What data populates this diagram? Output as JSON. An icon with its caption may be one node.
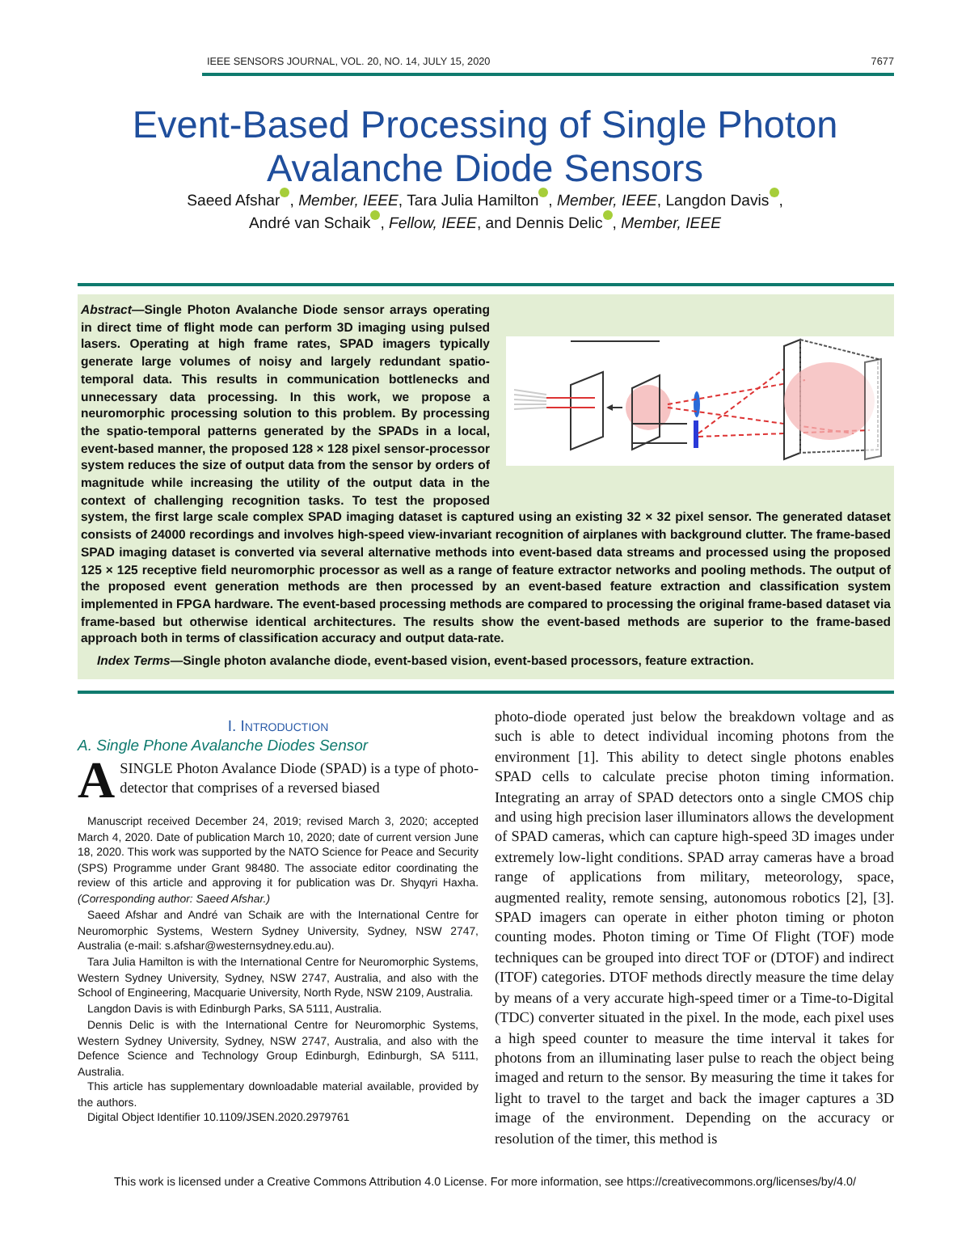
{
  "diagram": {
    "title": "Event-Based Processing of Single Photon Avalanche Diode Sensors",
    "labels": [
      "IEEE SENSORS JOURNAL, VOL. 20, NO. 14, JULY 15, 2020",
      "7677",
      "Saeed Afshar",
      ", *Member, IEEE*, Tara Julia Hamilton",
      ", *Member, IEEE*, Langdon Davis",
      ",",
      "André van Schaik",
      ", *Fellow, IEEE*, and Dennis Delic",
      ", *Member, IEEE*",
      "*Abstract*—Single Photon Avalanche Diode sensor arrays operating in direct time of flight mode can perform 3D imaging using pulsed lasers. Operating at high frame rates, SPAD imagers typically generate large volumes of noisy and largely redundant spatio-temporal data. This results in communication bottlenecks and unnecessary data processing. In this work, we propose a neuromorphic processing solution to this problem. By processing the spatio-temporal patterns generated by the SPADs in a local, event-based manner, the proposed 128 × 128 pixel sensor-processor system reduces the size of output data from the sensor by orders of magnitude while increasing the utility of the output data in the context of challenging recognition tasks. To test the proposed system, the first large scale complex SPAD imaging dataset is captured using an existing 32 × 32 pixel sensor. The generated dataset consists of 24000 recordings and involves high-speed view-invariant recognition of airplanes with background clutter. The frame-based SPAD imaging dataset is converted via several alternative methods into event-based data streams and processed using the proposed 125 × 125 receptive field neuromorphic processor as well as a range of feature extractor networks and pooling methods. The output of the proposed event generation methods are then processed by an event-based feature extraction and classification system implemented in FPGA hardware. The event-based processing methods are compared to processing the original frame-based dataset via frame-based but otherwise identical architectures. The results show the event-based methods are superior to the frame-based approach both in terms of classification accuracy and output data-rate.",
      "*Index Terms*—Single photon avalanche diode, event-based vision, event-based processors, feature extraction.",
      "I. Introduction",
      "A. Single Phone Avalanche Diodes Sensor",
      "A SINGLE Photon Avalance Diode (SPAD) is a type of photo-detector that comprises of a reversed biased",
      "Manuscript received December 24, 2019; revised March 3, 2020; accepted March 4, 2020. Date of publication March 10, 2020; date of current version June 18, 2020. This work was supported by the NATO Science for Peace and Security (SPS) Programme under Grant 98480. The associate editor coordinating the review of this article and approving it for publication was Dr. Shyqyri Haxha. *(Corresponding author: Saeed Afshar.)*",
      "Saeed Afshar and André van Schaik are with the International Centre for Neuromorphic Systems, Western Sydney University, Sydney, NSW 2747, Australia (e-mail: s.afshar@westernsydney.edu.au).",
      "Tara Julia Hamilton is with the International Centre for Neuromorphic Systems, Western Sydney University, Sydney, NSW 2747, Australia, and also with the School of Engineering, Macquarie University, North Ryde, NSW 2109, Australia.",
      "Langdon Davis is with Edinburgh Parks, SA 5111, Australia.",
      "Dennis Delic is with the International Centre for Neuromorphic Systems, Western Sydney University, Sydney, NSW 2747, Australia, and also with the Defence Science and Technology Group Edinburgh, Edinburgh, SA 5111, Australia.",
      "This article has supplementary downloadable material available, provided by the authors.",
      "Digital Object Identifier 10.1109/JSEN.2020.2979761",
      "photo-diode operated just below the breakdown voltage and as such is able to detect individual incoming photons from the environment [1]. This ability to detect single photons enables SPAD cells to calculate precise photon timing information. Integrating an array of SPAD detectors onto a single CMOS chip and using high precision laser illuminators allows the development of SPAD cameras, which can capture high-speed 3D images under extremely low-light conditions. SPAD array cameras have a broad range of applications from military, meteorology, space, augmented reality, remote sensing, autonomous robotics [2], [3]. SPAD imagers can operate in either photon timing or photon counting modes. Photon timing or Time Of Flight (TOF) mode techniques can be grouped into direct TOF or (DTOF) and indirect (ITOF) categories. DTOF methods directly measure the time delay by means of a very accurate high-speed timer or a Time-to-Digital (TDC) converter situated in the pixel. In the mode, each pixel uses a high speed counter to measure the time interval it takes for photons from an illuminating laser pulse to reach the object being imaged and return to the sensor. By measuring the time it takes for light to travel to the target and back the imager captures a 3D image of the environment. Depending on the accuracy or resolution of the timer, this method is",
      "This work is licensed under a Creative Commons Attribution 4.0 License. For more information, see https://creativecommons.org/licenses/by/4.0/"
    ]
  }
}
